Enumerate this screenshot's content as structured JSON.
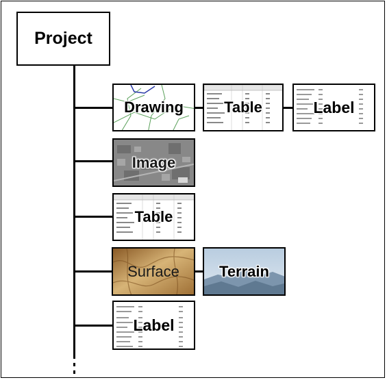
{
  "diagram": {
    "root": {
      "label": "Project"
    },
    "nodes": {
      "drawing": "Drawing",
      "table": "Table",
      "label": "Label",
      "image": "Image",
      "surface": "Surface",
      "terrain": "Terrain"
    }
  },
  "colors": {
    "line": "#000000",
    "surface_fill": "#b88a4a",
    "terrain_sky": "#9ab0c6",
    "image_fill": "#8a8a8a"
  }
}
